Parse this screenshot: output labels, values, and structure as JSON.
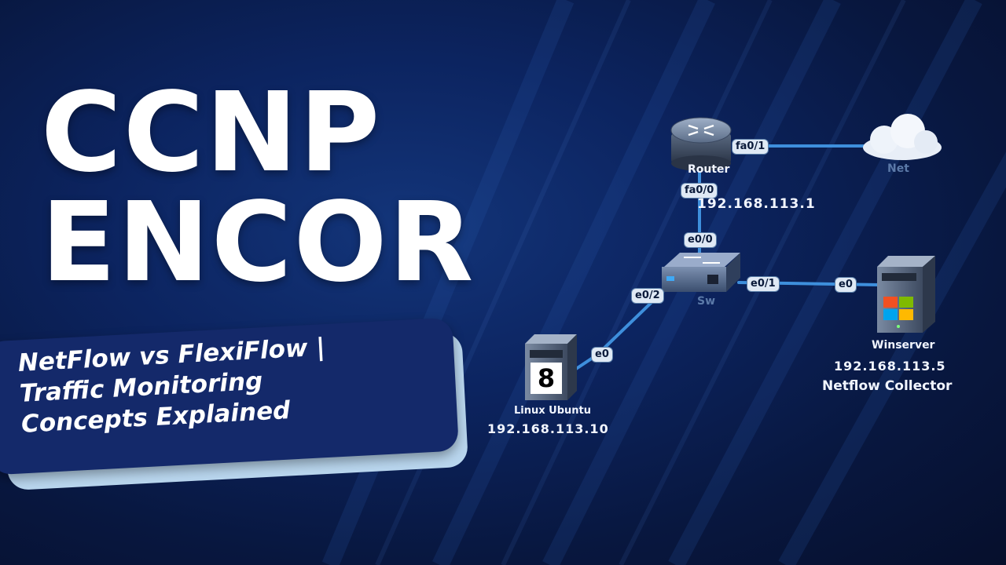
{
  "title": {
    "line1": "CCNP",
    "line2": "ENCOR"
  },
  "subtitle": {
    "line1": "NetFlow vs FlexiFlow |",
    "line2": "Traffic Monitoring",
    "line3": "Concepts Explained"
  },
  "nodes": {
    "router": {
      "name": "Router",
      "ip": "192.168.113.1"
    },
    "net": {
      "name": "Net"
    },
    "switch": {
      "name": "Sw"
    },
    "linux": {
      "name": "Linux Ubuntu",
      "ip": "192.168.113.10",
      "badge": "8"
    },
    "winserver": {
      "name": "Winserver",
      "ip": "192.168.113.5",
      "role": "Netflow Collector"
    }
  },
  "interfaces": {
    "router_fa01": "fa0/1",
    "router_fa00": "fa0/0",
    "sw_e00": "e0/0",
    "sw_e01": "e0/1",
    "sw_e02": "e0/2",
    "win_e0": "e0",
    "linux_e0": "e0"
  },
  "colors": {
    "background": "#0c2460",
    "banner": "#14296a",
    "banner_shadow": "#b9d6ee",
    "link": "#3e8fdc",
    "text": "#ffffff"
  }
}
